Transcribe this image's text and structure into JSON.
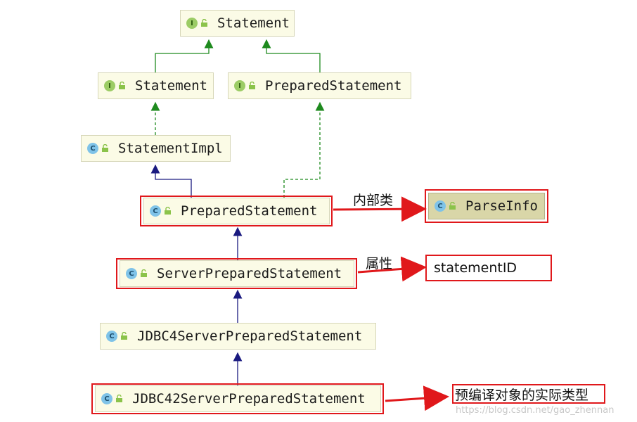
{
  "nodes": {
    "n1": {
      "kind": "I",
      "label": "Statement"
    },
    "n2": {
      "kind": "I",
      "label": "Statement"
    },
    "n3": {
      "kind": "I",
      "label": "PreparedStatement"
    },
    "n4": {
      "kind": "C",
      "label": "StatementImpl"
    },
    "n5": {
      "kind": "C",
      "label": "PreparedStatement"
    },
    "n6": {
      "kind": "C",
      "label": "ParseInfo"
    },
    "n7": {
      "kind": "C",
      "label": "ServerPreparedStatement"
    },
    "n8": {
      "kind": "C",
      "label": "JDBC4ServerPreparedStatement"
    },
    "n9": {
      "kind": "C",
      "label": "JDBC42ServerPreparedStatement"
    }
  },
  "annotations": {
    "inner_class": "内部类",
    "attribute": "属性",
    "attribute_value": "statementID",
    "actual_type": "预编译对象的实际类型"
  },
  "watermark": "https://blog.csdn.net/gao_zhennan",
  "colors": {
    "interface_arrow": "#1e8a1e",
    "class_arrow": "#1a1a80",
    "highlight": "#e0181b"
  }
}
